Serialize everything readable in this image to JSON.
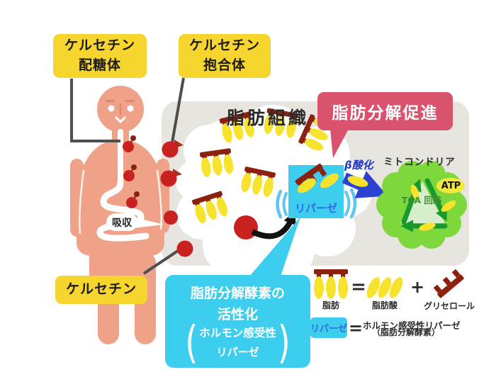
{
  "boxes": {
    "glycoside": {
      "line1": "ケルセチン",
      "line2": "配糖体"
    },
    "conjugate": {
      "line1": "ケルセチン",
      "line2": "抱合体"
    },
    "quercetin": {
      "label": "ケルセチン"
    }
  },
  "body": {
    "absorption_label": "吸収"
  },
  "fat_tissue": {
    "title": "脂肪組織"
  },
  "promotion_label": "脂肪分解促進",
  "pathway": {
    "beta_oxidation": "β酸化",
    "mitochondria": "ミトコンドリア",
    "tca_cycle": "TCA 回路",
    "atp": "ATP",
    "lipase": "リパーゼ"
  },
  "activation": {
    "line1": "脂肪分解酵素の",
    "line2": "活性化",
    "paren_open": "(",
    "paren_close": ")",
    "sub_line1": "ホルモン感受性",
    "sub_line2": "リパーゼ"
  },
  "legend": {
    "fat_label": "脂肪",
    "equals": "=",
    "fatty_acid_label": "脂肪酸",
    "plus": "+",
    "glycerol_label": "グリセロール",
    "lipase_badge": "リパーゼ",
    "equals2": "=",
    "lipase_def_line1": "ホルモン感受性リパーゼ",
    "lipase_def_line2": "（脂肪分解酵素）"
  },
  "colors": {
    "yellow_box": "#f6d52e",
    "pink_box": "#d9536f",
    "cyan": "#3dcdee",
    "body_skin": "#efa287",
    "panel_gray": "#e8e5e0",
    "red_dot": "#c92020",
    "maroon": "#8c2110",
    "fat_yellow": "#f7e32e",
    "arrow_blue": "#2c43cf",
    "mito_green": "#7fd83b",
    "recycle_green": "#17992e",
    "lipase_text_blue": "#2e6be6"
  }
}
